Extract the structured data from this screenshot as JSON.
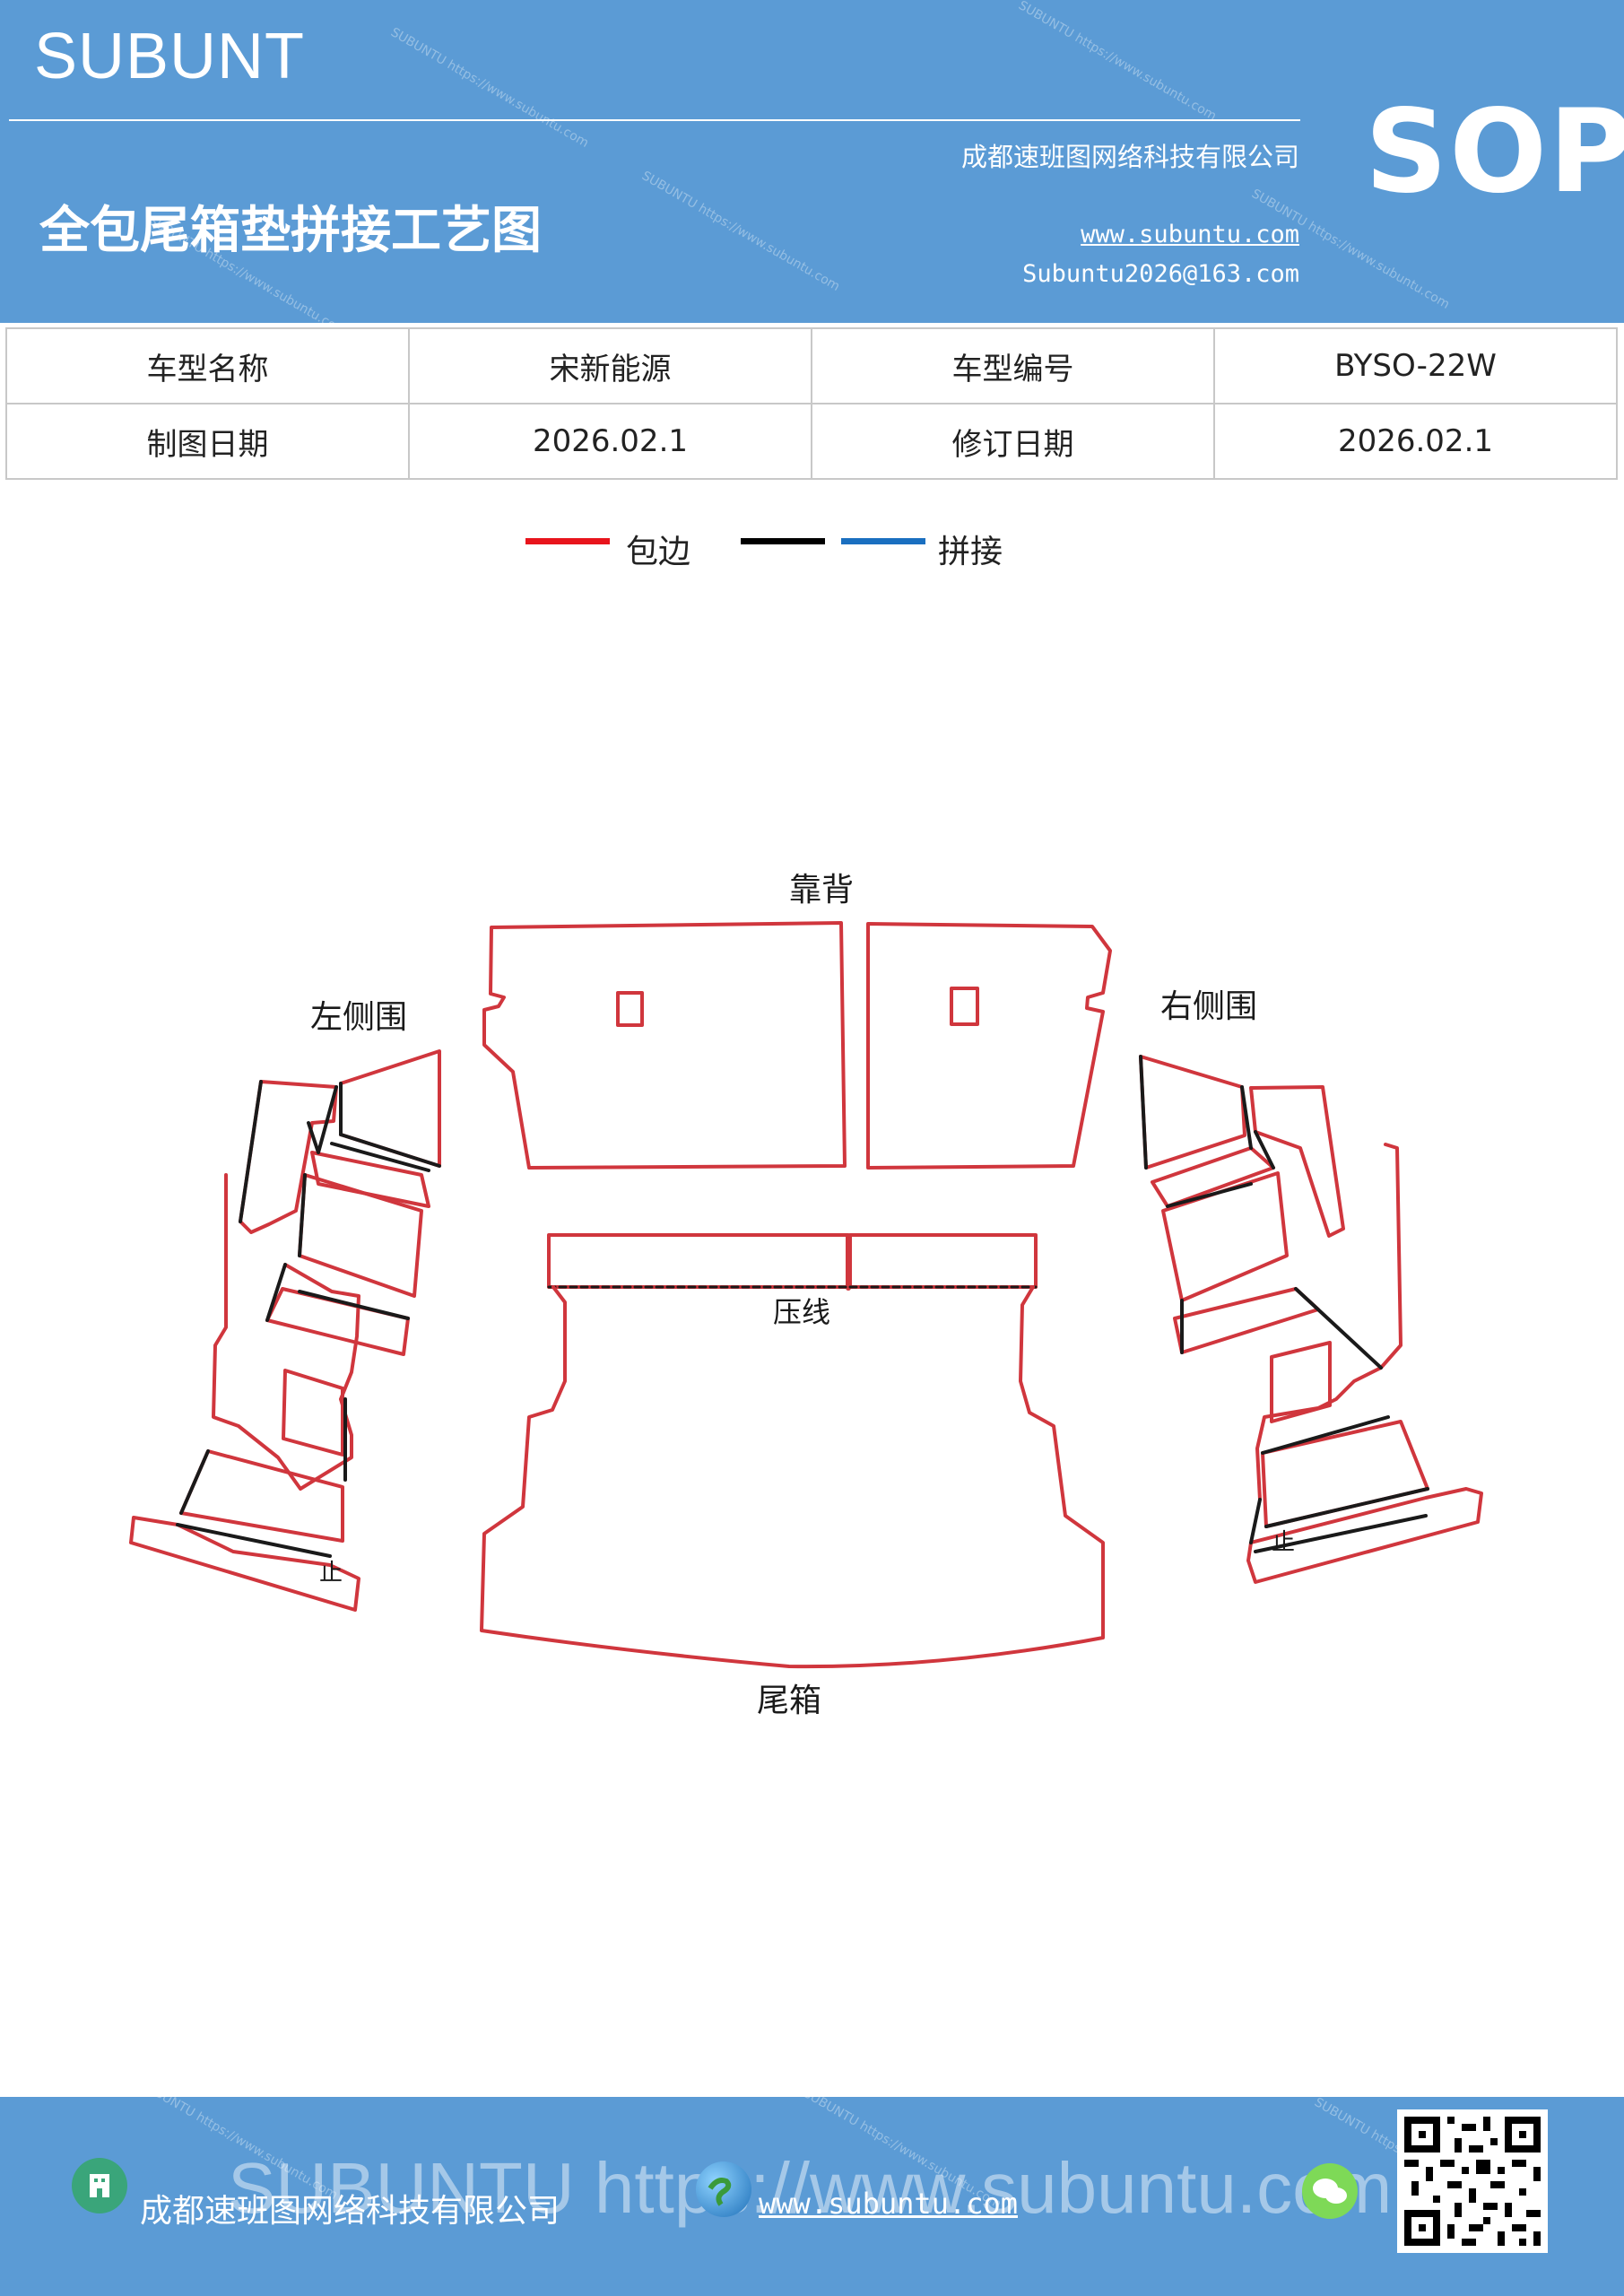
{
  "header": {
    "brand": "SUBUNT",
    "title": "全包尾箱垫拼接工艺图",
    "company": "成都速班图网络科技有限公司",
    "website": "www.subuntu.com",
    "email": "Subuntu2026@163.com",
    "badge": "SOP",
    "watermark": "SUBUNTU https://www.subuntu.com",
    "accent_color": "#5b9bd5"
  },
  "info_table": {
    "rows": [
      {
        "label1": "车型名称",
        "value1": "宋新能源",
        "label2": "车型编号",
        "value2": "BYSO-22W"
      },
      {
        "label1": "制图日期",
        "value1": "2026.02.1",
        "label2": "修订日期",
        "value2": "2026.02.1"
      }
    ]
  },
  "legend": {
    "items": [
      {
        "label": "包边",
        "color": "#e8141c"
      },
      {
        "label": "",
        "color": "#000000"
      },
      {
        "label": "拼接",
        "color": "#1a6fc0"
      }
    ]
  },
  "diagram": {
    "labels": {
      "backrest": "靠背",
      "left_side": "左侧围",
      "right_side": "右侧围",
      "crease": "压线",
      "trunk": "尾箱",
      "stop_left": "止",
      "stop_right": "止"
    },
    "colors": {
      "edge": "#d0363d",
      "seam": "#1a1a1a"
    }
  },
  "footer": {
    "company": "成都速班图网络科技有限公司",
    "website": "www.subuntu.com",
    "watermark": "SUBUNTU https://www.subuntu.com",
    "icons": [
      "building-icon",
      "globe-icon",
      "wechat-icon",
      "qr-code"
    ]
  }
}
